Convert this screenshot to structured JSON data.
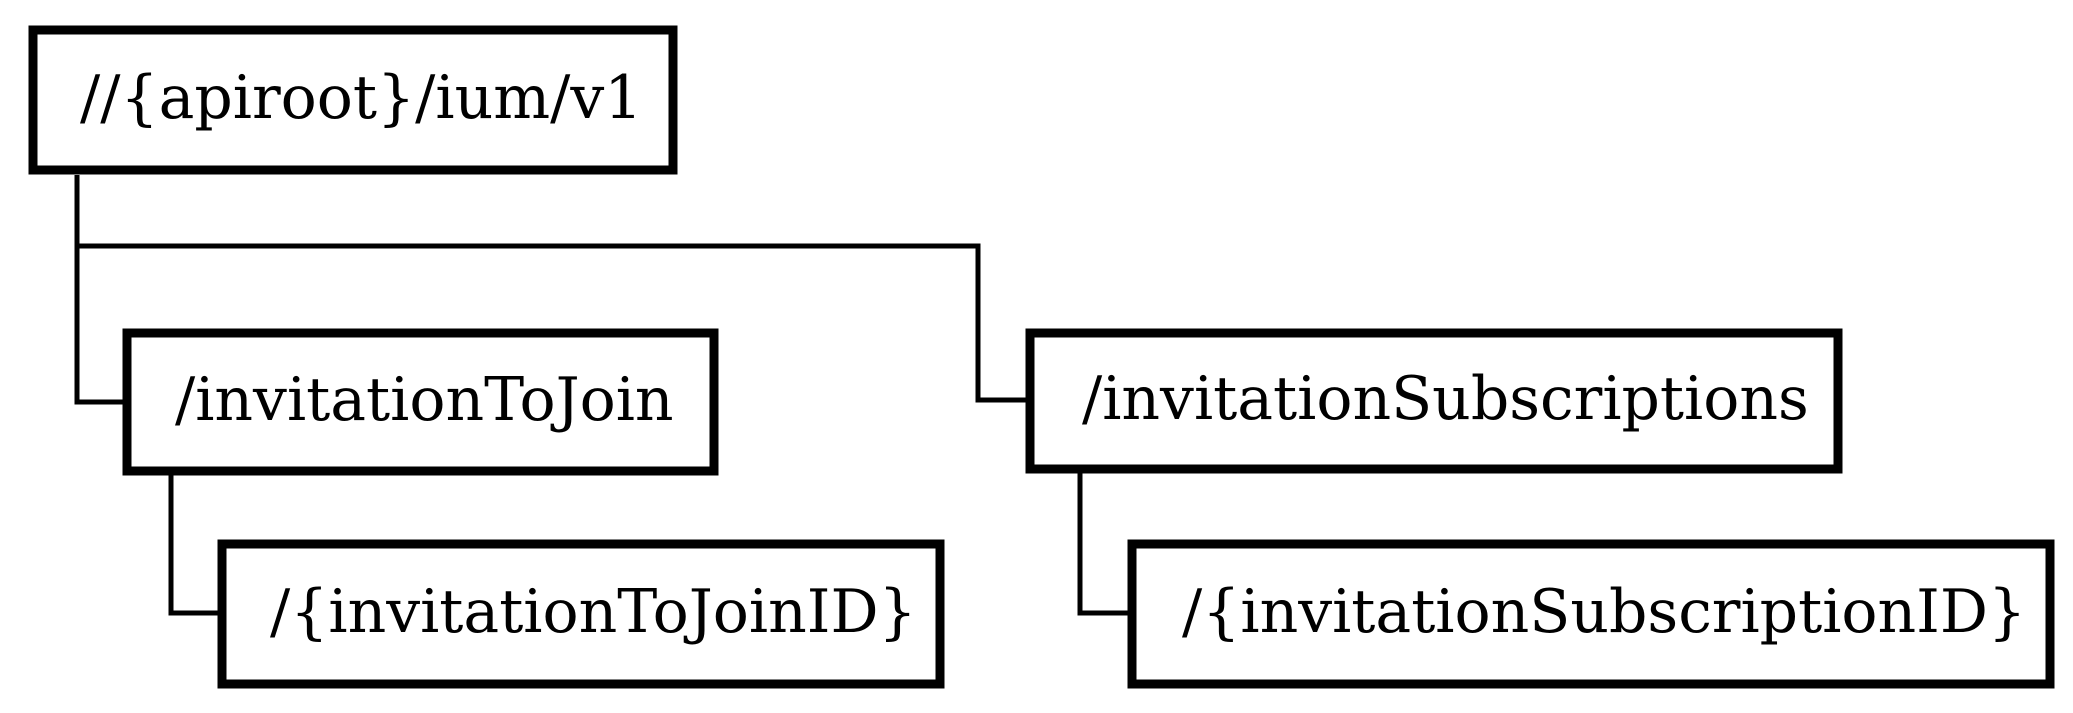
{
  "diagram": {
    "root": {
      "label": "//{apiroot}/ium/v1"
    },
    "children": [
      {
        "label": "/invitationToJoin",
        "children": [
          {
            "label": "/{invitationToJoinID}"
          }
        ]
      },
      {
        "label": "/invitationSubscriptions",
        "children": [
          {
            "label": "/{invitationSubscriptionID}"
          }
        ]
      }
    ]
  },
  "colors": {
    "line": "#000000",
    "box_fill": "#ffffff",
    "background": "#ffffff"
  }
}
